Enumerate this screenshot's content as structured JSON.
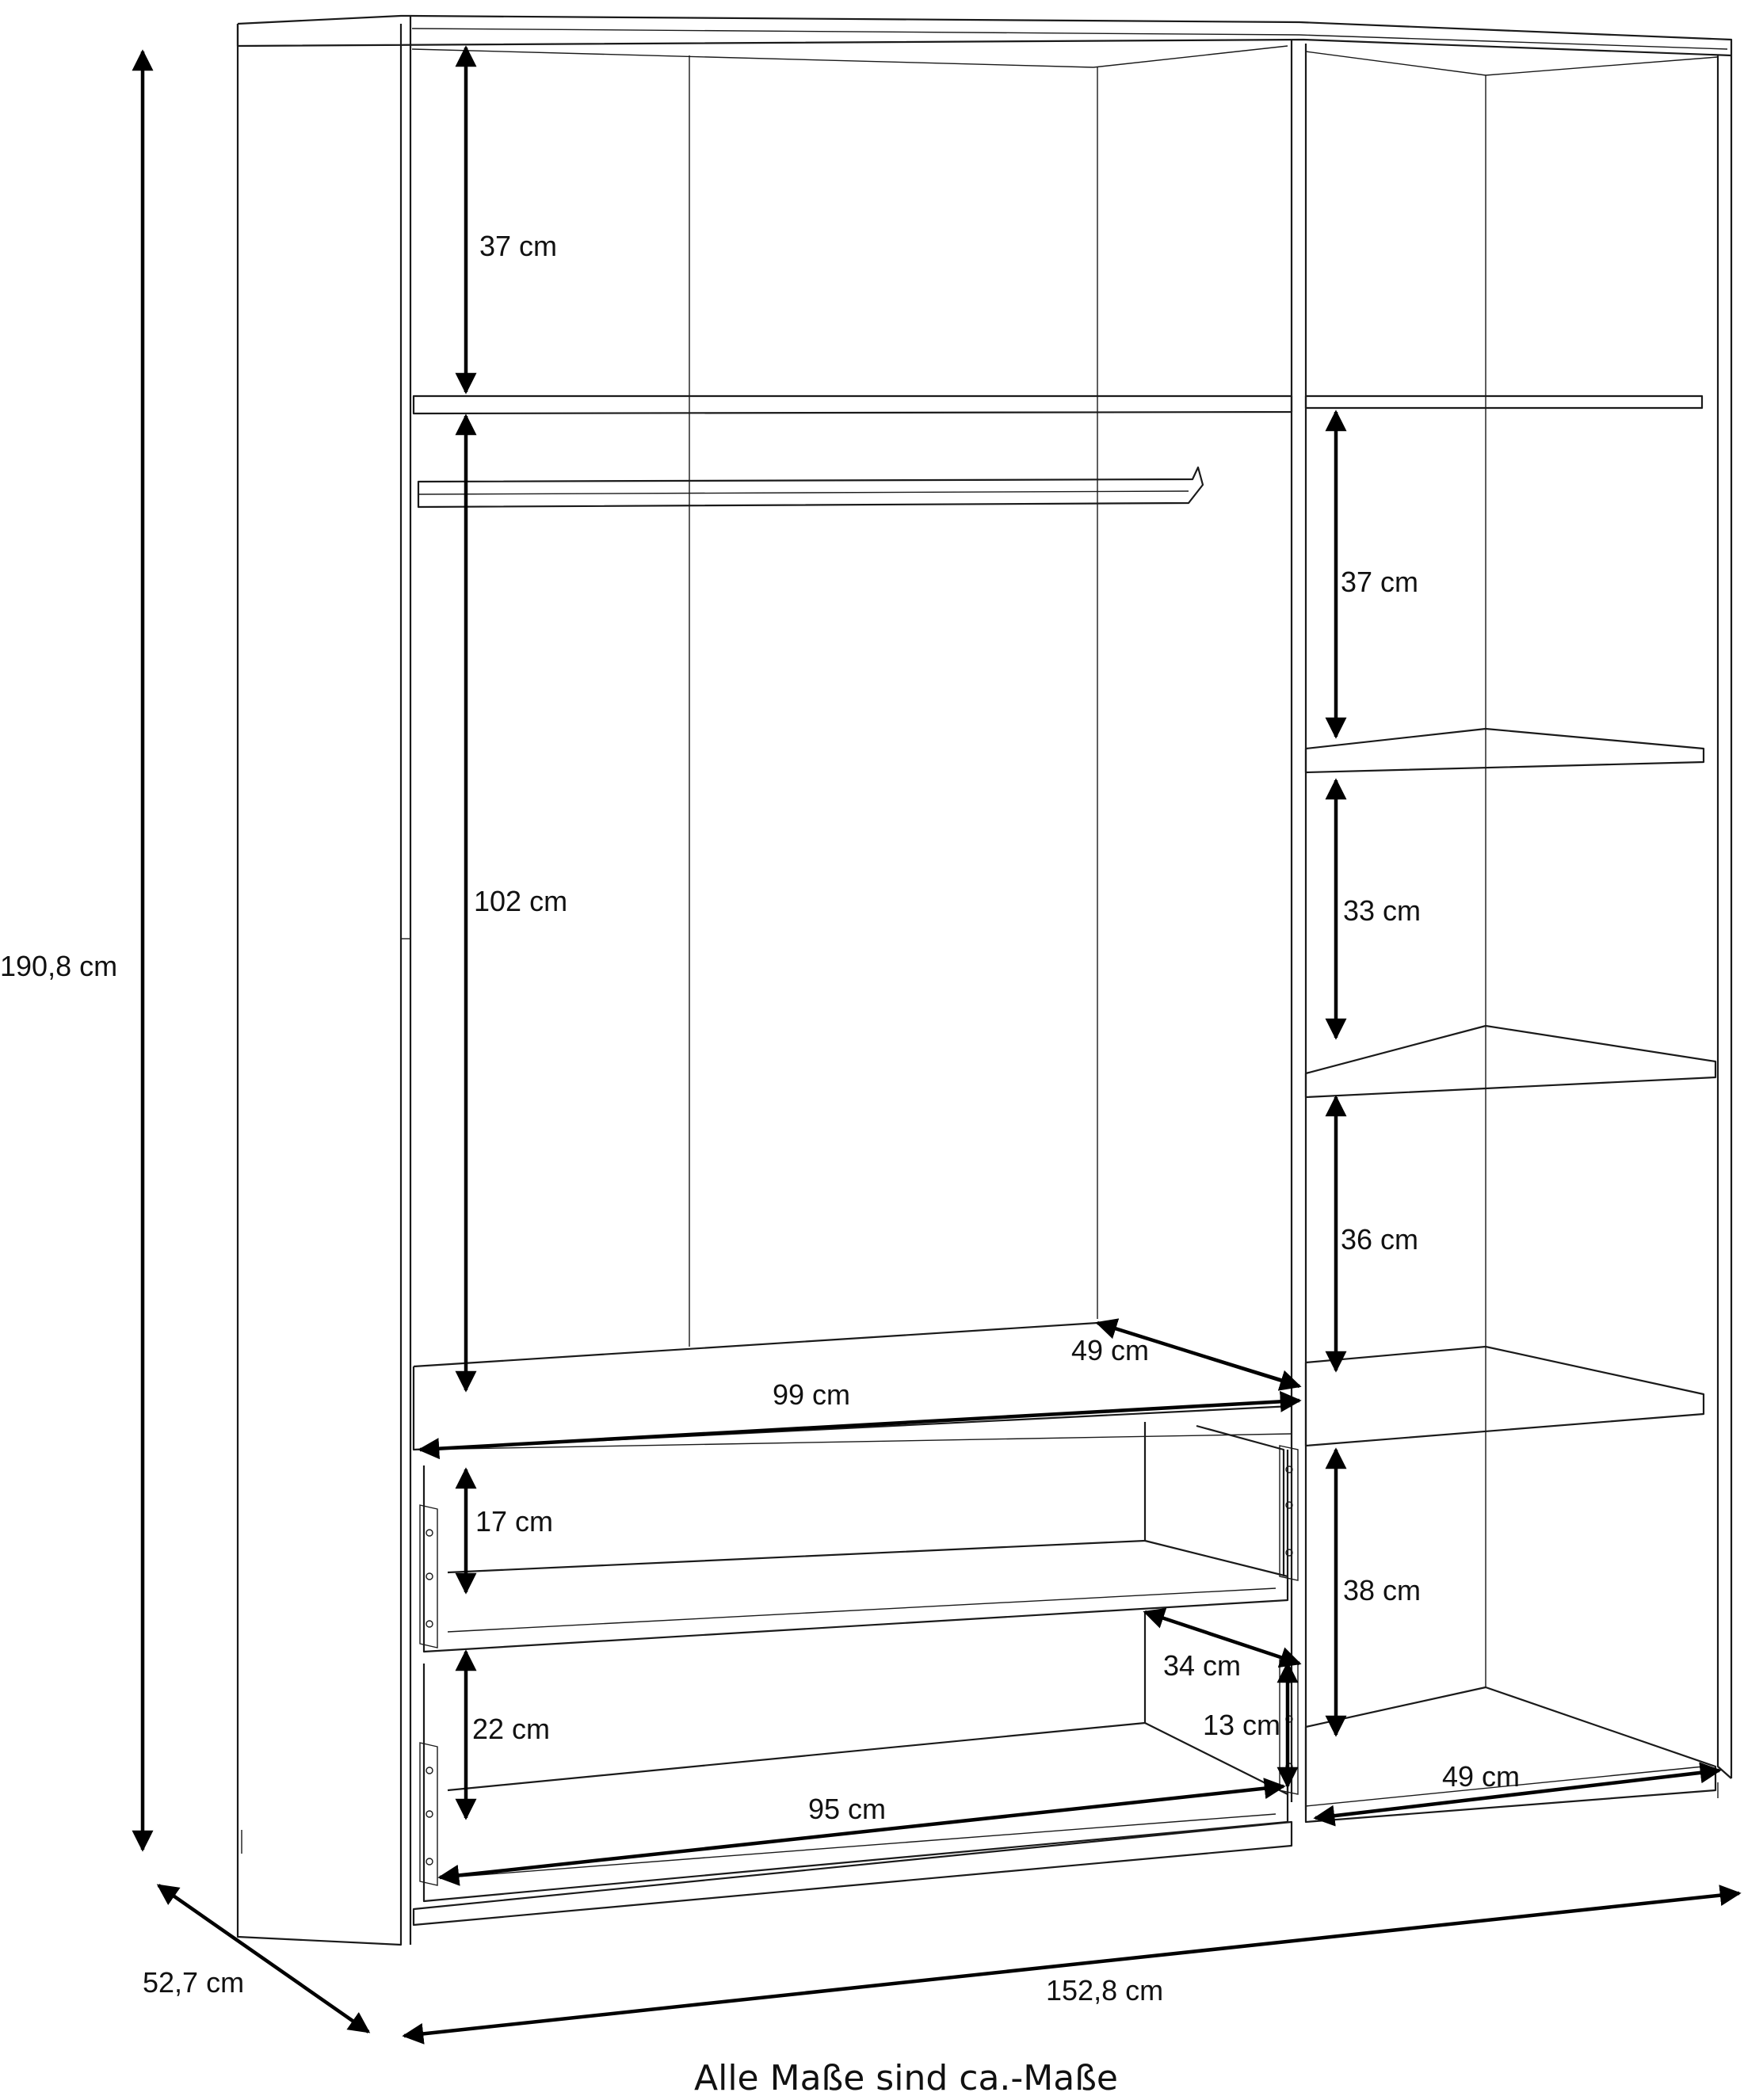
{
  "dimensions": {
    "total_height": "190,8 cm",
    "total_depth": "52,7 cm",
    "total_width": "152,8 cm",
    "left_top_compartment": "37 cm",
    "hanging_space": "102 cm",
    "inner_depth_left": "49 cm",
    "inner_width_left": "99 cm",
    "drawer_upper_height": "17 cm",
    "drawer_lower_height": "22 cm",
    "drawer_depth": "34 cm",
    "drawer_front_height": "13 cm",
    "drawer_width": "95 cm",
    "right_shelf_1": "37 cm",
    "right_shelf_2": "33 cm",
    "right_shelf_3": "36 cm",
    "right_shelf_4": "38 cm",
    "right_inner_depth": "49 cm"
  },
  "footnote": "Alle Maße sind ca.-Maße"
}
